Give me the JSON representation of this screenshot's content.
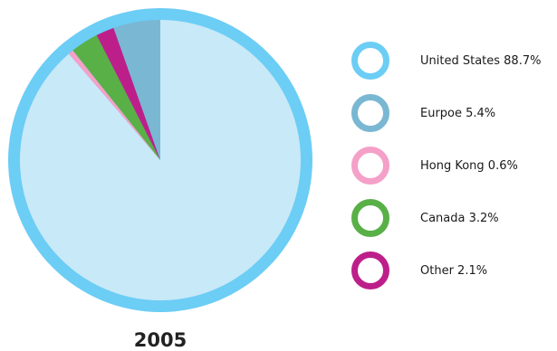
{
  "chart_data": {
    "type": "pie",
    "title": "2005",
    "legend_position": "right",
    "start_angle_deg": 0,
    "direction": "clockwise",
    "slices": [
      {
        "label": "United States 88.7%",
        "value": 88.7,
        "color": "#c8e9f8",
        "legend_color": "#6ccdf5"
      },
      {
        "label": "Hong Kong 0.6%",
        "value": 0.6,
        "color": "#f5a0c8",
        "legend_color": "#f5a0c8"
      },
      {
        "label": "Canada 3.2%",
        "value": 3.2,
        "color": "#58b047",
        "legend_color": "#58b047"
      },
      {
        "label": "Other 2.1%",
        "value": 2.1,
        "color": "#bd1f8a",
        "legend_color": "#bd1f8a"
      },
      {
        "label": "Eurpoe 5.4%",
        "value": 5.4,
        "color": "#7ab7d3",
        "legend_color": "#7ab7d3"
      }
    ],
    "legend_order": [
      "United States 88.7%",
      "Eurpoe 5.4%",
      "Hong Kong 0.6%",
      "Canada 3.2%",
      "Other 2.1%"
    ],
    "border_color": "#6ccdf5"
  }
}
